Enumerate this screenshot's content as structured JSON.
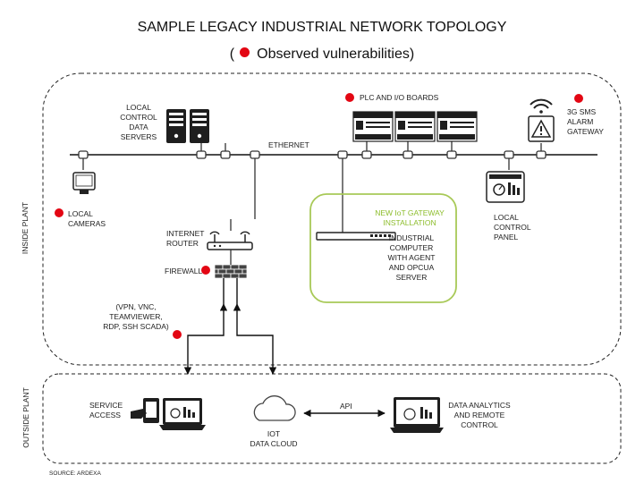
{
  "title": "SAMPLE LEGACY INDUSTRIAL NETWORK TOPOLOGY",
  "legend": {
    "open_paren": "(",
    "label": "Observed vulnerabilities)",
    "dot_color": "#e30613"
  },
  "zones": {
    "inside": "INSIDE PLANT",
    "outside": "OUTSIDE PLANT"
  },
  "bus_label": "ETHERNET",
  "nodes": {
    "servers": "LOCAL\nCONTROL\nDATA\nSERVERS",
    "plc": "PLC AND  I/O BOARDS",
    "sms": "3G SMS\nALARM\nGATEWAY",
    "cameras": "LOCAL\nCAMERAS",
    "router": "INTERNET\nROUTER",
    "firewall": "FIREWALL",
    "gateway_title": "NEW IoT GATEWAY\nINSTALLATION",
    "gateway_body": "INDUSTRIAL\nCOMPUTER\nWITH AGENT\nAND  OPCUA\nSERVER",
    "panel": "LOCAL\nCONTROL\nPANEL",
    "remote": "(VPN, VNC,\nTEAMVIEWER,\nRDP, SSH SCADA)",
    "service": "SERVICE\nACCESS",
    "cloud": "IOT\nDATA CLOUD",
    "api": "API",
    "analytics": "DATA ANALYTICS\nAND REMOTE\nCONTROL"
  },
  "source": "SOURCE: ARDEXA",
  "colors": {
    "vulnerability": "#e30613",
    "gateway_border": "#a8c957",
    "line": "#333333"
  }
}
